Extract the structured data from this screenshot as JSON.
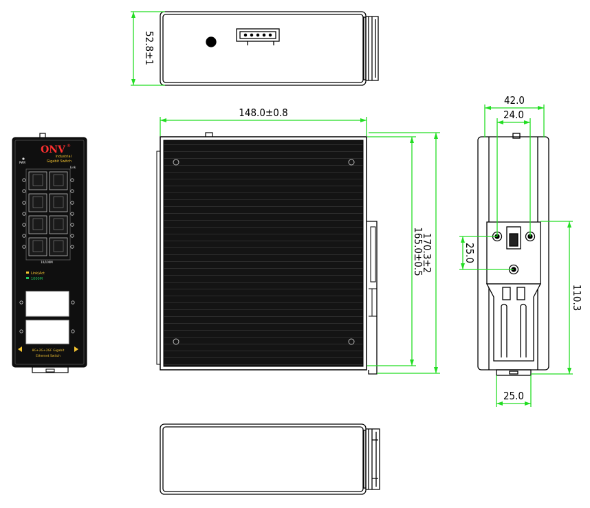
{
  "dimensions": {
    "height_top": "52.8±1",
    "width_front": "148.0±0.8",
    "height_inner": "165.0±0.5",
    "height_outer": "170.3±2",
    "side_outer_width": "42.0",
    "side_inner_width": "24.0",
    "side_hole_spacing": "25.0",
    "side_rail_height": "110.3",
    "din_clip_width": "25.0"
  },
  "front_panel": {
    "brand": "ONV",
    "brand_mark": "®",
    "line1": "Industrial",
    "line2": "Gigabit Switch",
    "pwr_label": "PWR",
    "link_label": "Link",
    "port_caption": "10/100M",
    "legend_link": "Link/Act",
    "legend_speed": "1000M",
    "model_line1": "8G+2G+2GF Gigabit",
    "model_line2": "Ethernet Switch"
  },
  "colors": {
    "dimension_line": "#22dd22",
    "outline": "#000000",
    "panel": "#111111",
    "accent": "#f4c430"
  }
}
